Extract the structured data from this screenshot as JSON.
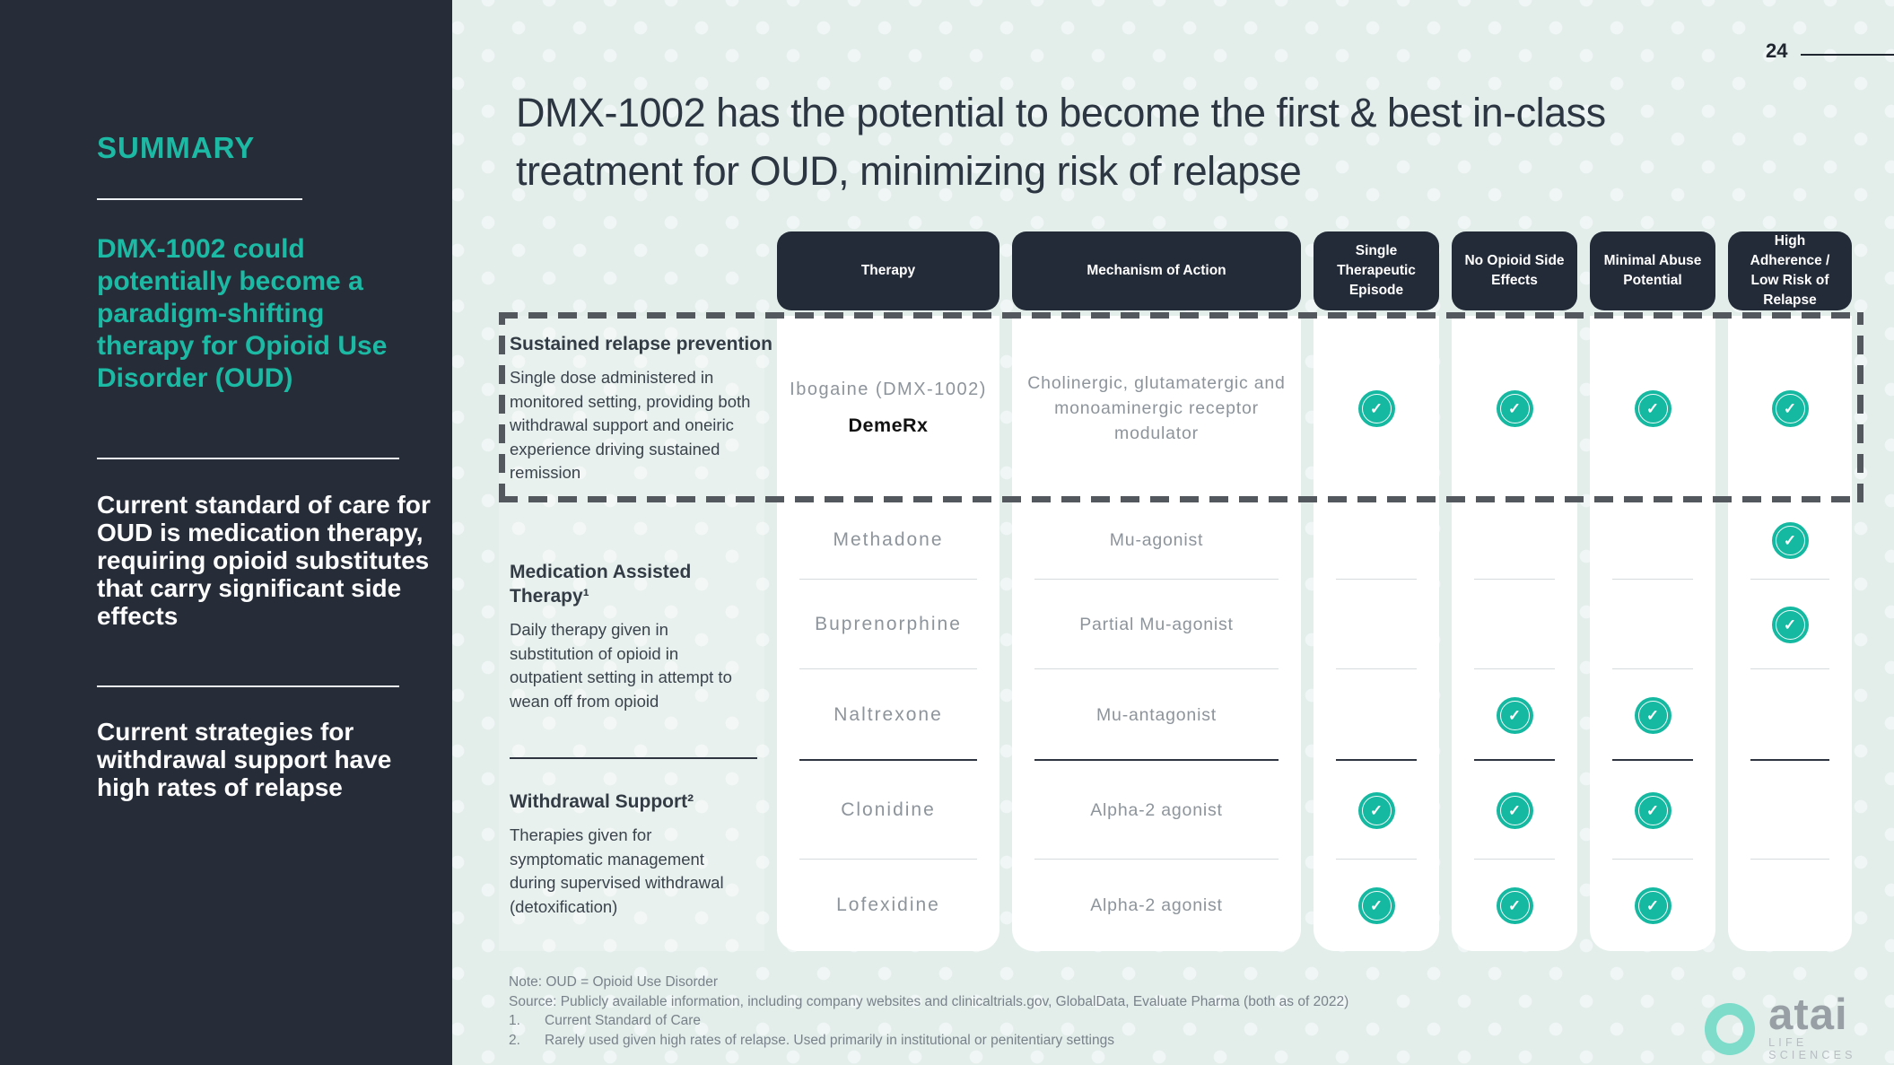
{
  "page_number": "24",
  "sidebar": {
    "heading": "SUMMARY",
    "highlight": "DMX-1002 could potentially become a paradigm-shifting therapy for Opioid Use Disorder (OUD)",
    "point1": "Current standard of care for OUD is medication therapy, requiring opioid substitutes that carry significant side effects",
    "point2": "Current strategies for withdrawal support have high rates of relapse"
  },
  "header": {
    "title_line1": "DMX-1002 has the potential to become the first & best in-class",
    "title_line2": "treatment for OUD, minimizing risk of relapse"
  },
  "table": {
    "headers": [
      "Therapy",
      "Mechanism of Action",
      "Single Therapeutic Episode",
      "No Opioid Side Effects",
      "Minimal Abuse Potential",
      "High Adherence / Low Risk of Relapse"
    ],
    "groups": [
      {
        "label": "Sustained relapse prevention",
        "description": "Single dose administered in monitored setting, providing both withdrawal support and oneiric experience driving sustained remission",
        "emphasized": true,
        "rows": [
          {
            "therapy": "Ibogaine (DMX-1002)",
            "company": "DemeRx",
            "mechanism": "Cholinergic, glutamatergic and monoaminergic receptor modulator",
            "checks": [
              true,
              true,
              true,
              true
            ]
          }
        ]
      },
      {
        "label": "Medication Assisted Therapy¹",
        "description": "Daily therapy given in substitution of opioid in outpatient setting in attempt to wean off from opioid",
        "emphasized": false,
        "rows": [
          {
            "therapy": "Methadone",
            "mechanism": "Mu-agonist",
            "checks": [
              false,
              false,
              false,
              true
            ]
          },
          {
            "therapy": "Buprenorphine",
            "mechanism": "Partial Mu-agonist",
            "checks": [
              false,
              false,
              false,
              true
            ]
          },
          {
            "therapy": "Naltrexone",
            "mechanism": "Mu-antagonist",
            "checks": [
              false,
              true,
              true,
              false
            ]
          }
        ]
      },
      {
        "label": "Withdrawal Support²",
        "description": "Therapies given for symptomatic management during supervised withdrawal (detoxification)",
        "emphasized": false,
        "rows": [
          {
            "therapy": "Clonidine",
            "mechanism": "Alpha-2 agonist",
            "checks": [
              true,
              true,
              true,
              false
            ]
          },
          {
            "therapy": "Lofexidine",
            "mechanism": "Alpha-2 agonist",
            "checks": [
              true,
              true,
              true,
              false
            ]
          }
        ]
      }
    ]
  },
  "footnotes": {
    "note": "Note: OUD = Opioid Use Disorder",
    "source": "Source: Publicly available information, including company websites and clinicaltrials.gov, GlobalData, Evaluate Pharma (both as of 2022)",
    "items": [
      {
        "num": "1.",
        "text": "Current Standard of Care"
      },
      {
        "num": "2.",
        "text": "Rarely used given high rates of relapse. Used primarily in institutional or penitentiary settings"
      }
    ]
  },
  "logo": {
    "brand": "atai",
    "subtitle": "LIFE SCIENCES"
  },
  "icons": {
    "check_glyph": "✓"
  },
  "colors": {
    "accent_teal": "#1cbaa4",
    "check_teal": "#15b8a1",
    "sidebar_bg": "#262c38",
    "pill_bg": "#232a38",
    "main_bg": "#e3eeeb",
    "muted_text": "#8d949b",
    "dark_text": "#2c3542"
  }
}
